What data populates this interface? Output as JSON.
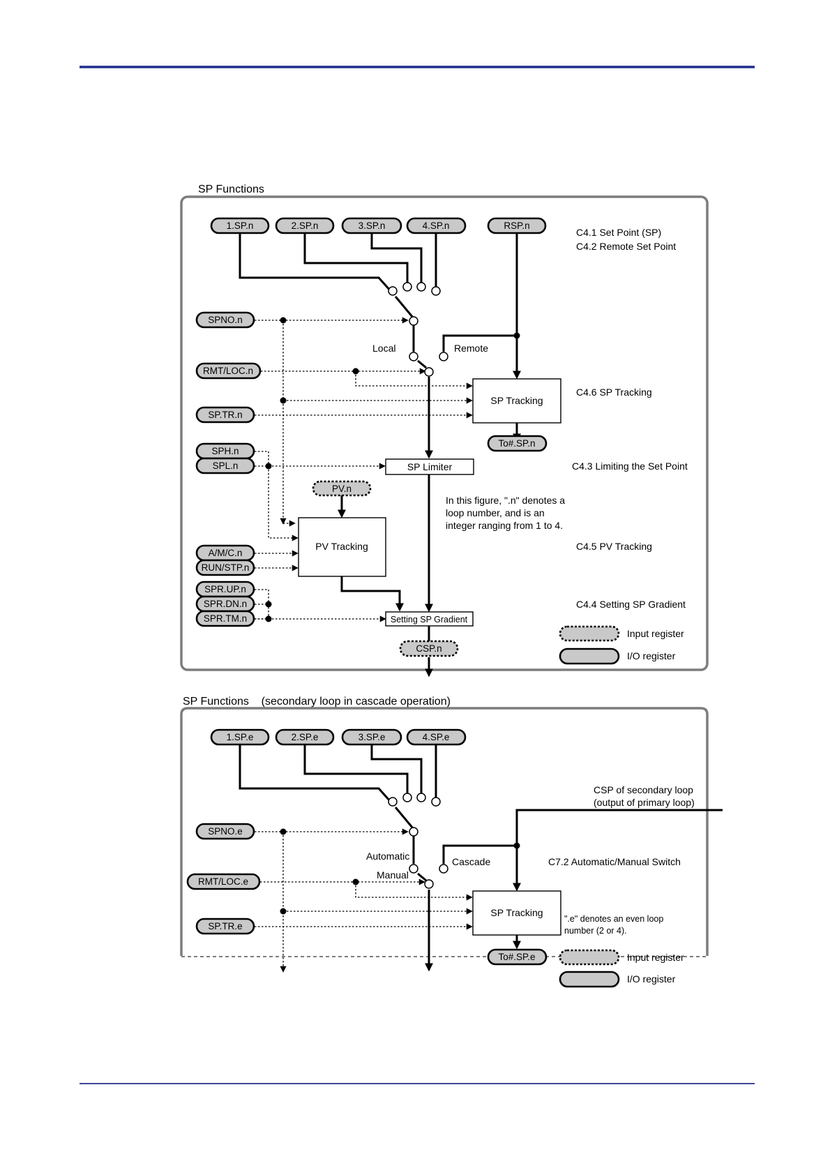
{
  "diagram1": {
    "title": "SP Functions",
    "sp_registers": [
      "1.SP.n",
      "2.SP.n",
      "3.SP.n",
      "4.SP.n"
    ],
    "remote_register": "RSP.n",
    "left_registers": {
      "spno": "SPNO.n",
      "rmtloc": "RMT/LOC.n",
      "sptr": "SP.TR.n",
      "sph": "SPH.n",
      "spl": "SPL.n",
      "amc": "A/M/C.n",
      "runstp": "RUN/STP.n",
      "sprup": "SPR.UP.n",
      "sprdn": "SPR.DN.n",
      "sprtm": "SPR.TM.n"
    },
    "pv_input": "PV.n",
    "switch_labels": {
      "local": "Local",
      "remote": "Remote"
    },
    "blocks": {
      "sp_tracking": "SP Tracking",
      "sp_limiter": "SP Limiter",
      "pv_tracking": "PV Tracking",
      "gradient": "Setting SP Gradient"
    },
    "to_sp": "To#.SP.n",
    "csp": "CSP.n",
    "refs": {
      "c41": "C4.1  Set Point (SP)",
      "c42": "C4.2  Remote Set Point",
      "c46": "C4.6  SP Tracking",
      "c43": "C4.3  Limiting the Set Point",
      "c45": "C4.5 PV Tracking",
      "c44": "C4.4 Setting SP Gradient"
    },
    "note_lines": [
      "In this figure, \".n\" denotes a",
      "loop number, and is an",
      "integer ranging from 1 to 4."
    ],
    "legend": {
      "input": "Input register",
      "io": "I/O register"
    }
  },
  "diagram2": {
    "title": "SP Functions    (secondary loop in cascade operation)",
    "sp_registers": [
      "1.SP.e",
      "2.SP.e",
      "3.SP.e",
      "4.SP.e"
    ],
    "left_registers": {
      "spno": "SPNO.e",
      "rmtloc": "RMT/LOC.e",
      "sptr": "SP.TR.e"
    },
    "switch_labels": {
      "automatic": "Automatic",
      "manual": "Manual",
      "cascade": "Cascade"
    },
    "csp_lines": [
      "CSP of secondary loop",
      "(output of primary loop)"
    ],
    "ref_c72": "C7.2 Automatic/Manual Switch",
    "sp_tracking": "SP Tracking",
    "to_sp": "To#.SP.e",
    "note_lines": [
      "\".e\" denotes an even loop",
      "number (2 or 4)."
    ],
    "legend": {
      "input": "Input register",
      "io": "I/O register"
    }
  },
  "colors": {
    "rule": "#1f2e8c",
    "pill_fill": "#c9c9c9",
    "frame": "#7d7d7d"
  }
}
